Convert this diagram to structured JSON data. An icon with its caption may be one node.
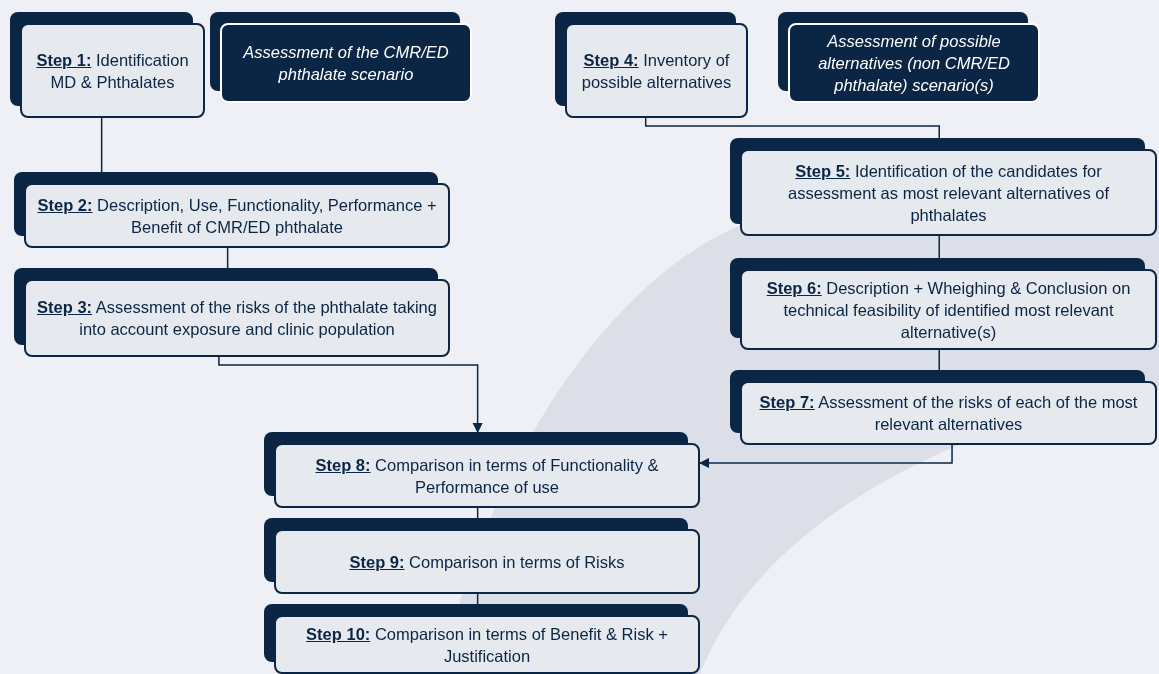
{
  "diagram": {
    "nodes": [
      {
        "text": [
          "**Step 1:** Identification MD & Phthalates"
        ]
      },
      {
        "text": [
          "Assessment of the CMR/ED phthalate scenario"
        ]
      },
      {
        "text": [
          "**Step 4:** Inventory of possible alternatives"
        ]
      },
      {
        "text": [
          "Assessment of possible alternatives (non CMR/ED phthalate) scenario(s)"
        ]
      },
      {
        "text": [
          "**Step 2:** Description, Use, Functionality, Performance + Benefit of CMR/ED phthalate"
        ]
      },
      {
        "text": [
          "**Step 3:** Assessment of the risks of the phthalate taking into account exposure and clinic population"
        ]
      },
      {
        "text": [
          "**Step 5:** Identification of the candidates for assessment as most relevant alternatives of phthalates"
        ]
      },
      {
        "text": [
          "**Step 6:** Description + Wheighing & Conclusion on technical feasibility of identified most relevant alternative(s)"
        ]
      },
      {
        "text": [
          "**Step 7:** Assessment of the risks of each of the most relevant alternatives"
        ]
      },
      {
        "text": [
          "**Step 8:** Comparison in terms of Functionality & Performance of use"
        ]
      },
      {
        "text": [
          "**Step 9:** Comparison in terms of Risks"
        ]
      },
      {
        "text": [
          "**Step 10:** Comparison in terms of Benefit & Risk + Justification"
        ]
      }
    ],
    "edges": [
      {
        "from": 0,
        "to": 4,
        "arrow": "none"
      },
      {
        "from": 4,
        "to": 5,
        "arrow": "none"
      },
      {
        "from": 5,
        "to": 9,
        "arrow": "to"
      },
      {
        "from": 2,
        "to": 6,
        "arrow": "none"
      },
      {
        "from": 6,
        "to": 7,
        "arrow": "none"
      },
      {
        "from": 7,
        "to": 8,
        "arrow": "none"
      },
      {
        "from": 8,
        "to": 9,
        "arrow": "to"
      },
      {
        "from": 9,
        "to": 10,
        "arrow": "none"
      },
      {
        "from": 10,
        "to": 11,
        "arrow": "none"
      }
    ]
  }
}
